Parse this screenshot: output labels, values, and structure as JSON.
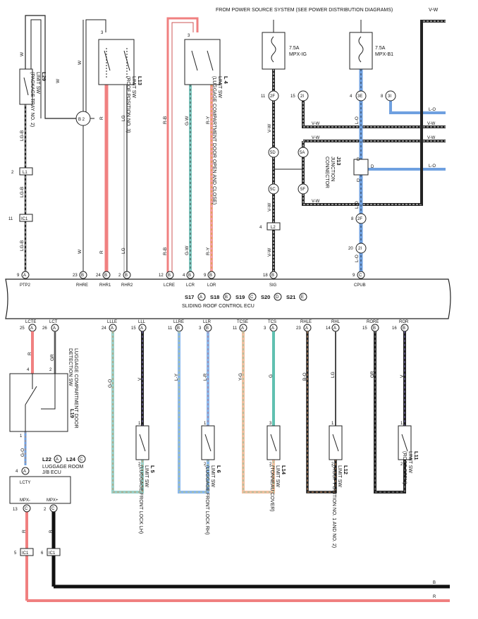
{
  "header": {
    "power_source": "FROM POWER SOURCE SYSTEM (SEE POWER DISTRIBUTION DIAGRAMS)"
  },
  "ecu": {
    "title": "SLIDING ROOF CONTROL ECU",
    "connectors": [
      {
        "name": "S17",
        "letter": "A"
      },
      {
        "name": "S18",
        "letter": "B"
      },
      {
        "name": "S19",
        "letter": "C"
      },
      {
        "name": "S20",
        "letter": "D"
      },
      {
        "name": "S21",
        "letter": "E"
      }
    ],
    "top_pins": [
      {
        "pin": "9",
        "con": "A",
        "label": "PTP2"
      },
      {
        "pin": "23",
        "con": "B",
        "label": "RHRE"
      },
      {
        "pin": "24",
        "con": "B",
        "label": "RHR1"
      },
      {
        "pin": "2",
        "con": "B",
        "label": "RHR2"
      },
      {
        "pin": "12",
        "con": "B",
        "label": "LCRE"
      },
      {
        "pin": "4",
        "con": "B",
        "label": "LCR"
      },
      {
        "pin": "9",
        "con": "B",
        "label": "LOR"
      },
      {
        "pin": "18",
        "con": "B",
        "label": "SIG"
      },
      {
        "pin": "9",
        "con": "C",
        "label": "CPUB"
      }
    ],
    "bottom_pins": [
      {
        "pin": "25",
        "con": "A",
        "label": "LCTE"
      },
      {
        "pin": "26",
        "con": "A",
        "label": "LCT"
      },
      {
        "pin": "24",
        "con": "A",
        "label": "LLLE"
      },
      {
        "pin": "15",
        "con": "A",
        "label": "LLL"
      },
      {
        "pin": "11",
        "con": "B",
        "label": "LLRE"
      },
      {
        "pin": "3",
        "con": "B",
        "label": "LLR"
      },
      {
        "pin": "11",
        "con": "A",
        "label": "TCSE"
      },
      {
        "pin": "3",
        "con": "A",
        "label": "TCS"
      },
      {
        "pin": "23",
        "con": "A",
        "label": "RHLE"
      },
      {
        "pin": "14",
        "con": "A",
        "label": "RHL"
      },
      {
        "pin": "15",
        "con": "B",
        "label": "RORE"
      },
      {
        "pin": "16",
        "con": "B",
        "label": "ROR"
      }
    ]
  },
  "fuses": [
    {
      "rating": "7.5A",
      "name": "MPX-IG"
    },
    {
      "rating": "7.5A",
      "name": "MPX-B1"
    }
  ],
  "switches_top": [
    {
      "code": "L29",
      "desc": "LIMIT SW",
      "sub": "(PACKAGE TRAY NO. 2)"
    },
    {
      "code": "L13",
      "desc": "LIMIT SW",
      "sub": "(ROOF POSITION NO. 3)"
    },
    {
      "code": "L 4",
      "desc": "LIMIT SW",
      "sub": "(LUGGAGE COMPARTMENT DOOR OPEN AND CLOSE)"
    }
  ],
  "switches_bottom": [
    {
      "code": "L 5",
      "desc": "LIMIT SW",
      "sub": "(LUGGAGE FRONT LOCK LH)"
    },
    {
      "code": "L 6",
      "desc": "LIMIT SW",
      "sub": "(LUGGAGE FRONT LOCK RH)"
    },
    {
      "code": "L14",
      "desc": "LIMIT SW",
      "sub": "(TONNEAU COVER)"
    },
    {
      "code": "L12",
      "desc": "LIMIT SW",
      "sub": "(ROOF POSITION NO. 1 AND NO. 2)"
    },
    {
      "code": "L11",
      "desc": "LIMIT SW",
      "sub": "(ROOF OPEN)"
    }
  ],
  "door_switch": {
    "code": "L19",
    "desc": "LUGGAGE COMPARTMENT DOOR",
    "sub": "DETECTION SW"
  },
  "jb_ecu": {
    "title": "LUGGAGE ROOM",
    "sub": "J/B ECU",
    "codes": "L22 (A), L24 (C)",
    "l22": "L22",
    "l24": "L24",
    "a": "A",
    "c": "C",
    "box": "LCTY",
    "mpx_minus": "MPX-",
    "mpx_plus": "MPX+"
  },
  "junction": {
    "code": "J13",
    "desc": "JUNCTION",
    "sub": "CONNECTOR",
    "pin": "D"
  },
  "wires": {
    "w": "W",
    "lgb": "LG-B",
    "r": "R",
    "lg": "LG",
    "rb": "R-B",
    "gw": "G-W",
    "ry": "R-Y",
    "vw": "V-W",
    "lo": "L-O",
    "go": "G-O",
    "v": "V",
    "ly": "L-Y",
    "lr": "L-R",
    "yg": "Y-G",
    "g": "G",
    "bo": "B-O",
    "gr": "GR",
    "b": "B"
  },
  "connector_labels": {
    "l1": "L1",
    "ic1": "IC1",
    "b2": "B 2",
    "l2": "L2",
    "c2f": "2F",
    "c2i": "2I",
    "c5d": "5D",
    "c5a": "5A",
    "c5c": "5C",
    "c5f": "5F",
    "c3e": "3E",
    "c3i": "3I",
    "c2f2": "2F",
    "c2i2": "2I"
  },
  "pin_numbers": {
    "n1": "1",
    "n2": "2",
    "n3": "3",
    "n4": "4",
    "n8": "8",
    "n9": "9",
    "n11": "11",
    "n15": "15",
    "n20": "20",
    "n5": "5",
    "n6": "6",
    "n13": "13"
  }
}
